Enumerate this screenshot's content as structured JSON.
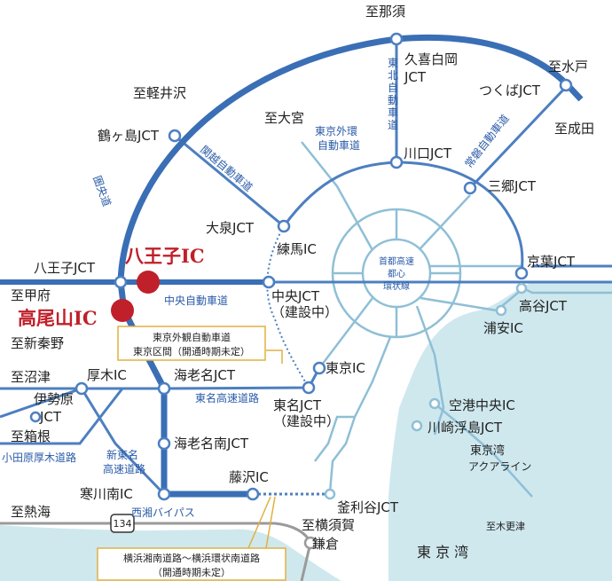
{
  "colors": {
    "sea": "#cfe8ee",
    "main_road": "#3a6fb5",
    "branch_road": "#4d7fc0",
    "shutoko": "#8fbfd6",
    "ic_red": "#c0202a",
    "gray_road": "#9a9a9a",
    "note_border": "#e0b040"
  },
  "highlights": {
    "hachioji_ic": "八王子IC",
    "takaosan_ic": "高尾山IC"
  },
  "destinations": {
    "nasu": "至那須",
    "mito": "至水戸",
    "narita": "至成田",
    "karuizawa": "至軽井沢",
    "omiya": "至大宮",
    "kofu": "至甲府",
    "shin_hatano": "至新秦野",
    "numazu": "至沼津",
    "hakone": "至箱根",
    "atami": "至熱海",
    "yokosuka": "至横須賀",
    "kamakura": "鎌倉",
    "kisarazu": "至木更津"
  },
  "junctions": {
    "kuki_shiraoka": [
      "久喜白岡",
      "JCT"
    ],
    "tsukuba": "つくばJCT",
    "tsurugashima": "鶴ヶ島JCT",
    "kawaguchi": "川口JCT",
    "misato": "三郷JCT",
    "oizumi": "大泉JCT",
    "nerima": "練馬IC",
    "keiyo": "京葉JCT",
    "hachioji_jct": "八王子JCT",
    "chuo_jct": "中央JCT",
    "chuo_jct_note": "（建設中）",
    "koya": "高谷JCT",
    "urayasu": "浦安IC",
    "tokyo_ic": "東京IC",
    "tomei_jct": "東名JCT",
    "tomei_jct_note": "（建設中）",
    "atsugi": "厚木IC",
    "ebina": "海老名JCT",
    "isehara": [
      "伊勢原",
      "JCT"
    ],
    "ebina_minami": "海老名南JCT",
    "kuko_chuo": "空港中央IC",
    "kawasaki_ukishima": "川崎浮島JCT",
    "samukawa_minami": "寒川南IC",
    "fujisawa": "藤沢IC",
    "kamariya": "釜利谷JCT"
  },
  "roads": {
    "tohoku": "東北自動車道",
    "joban": "常磐自動車道",
    "kanetsu": "関越自動車道",
    "kenodo": "圏央道",
    "gaikan": [
      "東京外環",
      "自動車道"
    ],
    "chuo": "中央自動車道",
    "tomei": "東名高速道路",
    "odawara_atsugi": "小田原厚木道路",
    "shin_tomei": [
      "新東名",
      "高速道路"
    ],
    "seisho": "西湘バイパス",
    "aqualine": [
      "東京湾",
      "アクアライン"
    ],
    "route_134": "134",
    "shutoko": [
      "首都高速",
      "都心",
      "環状線"
    ]
  },
  "notes": {
    "gaikan_tokyo": [
      "東京外観自動車道",
      "東京区間（開通時期未定）"
    ],
    "yokohama": [
      "横浜湘南道路～横浜環状南道路",
      "（開通時期未定）"
    ]
  },
  "bay_label": "東 京 湾"
}
